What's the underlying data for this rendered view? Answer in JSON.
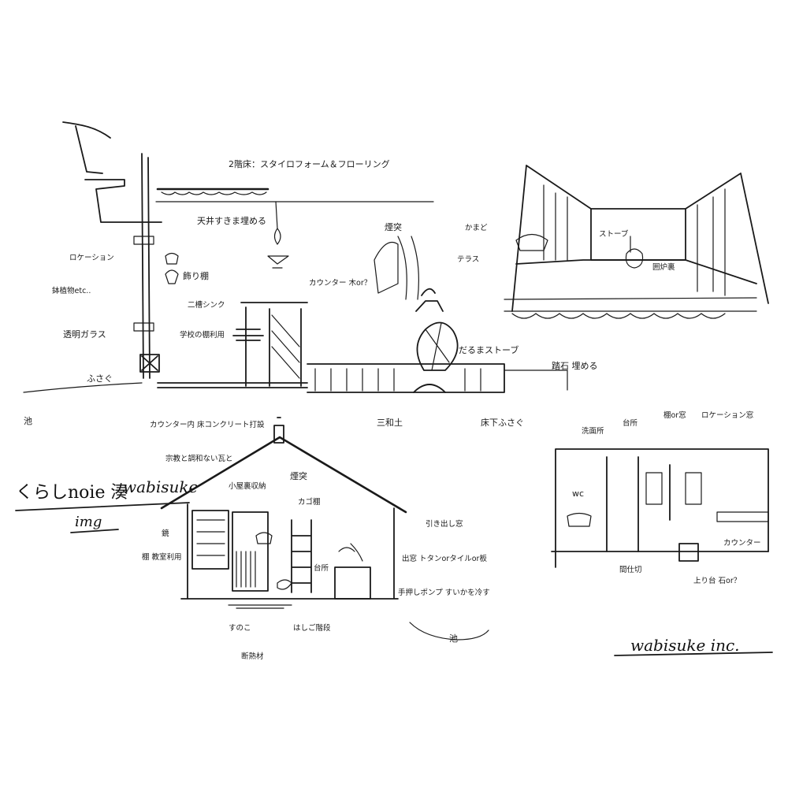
{
  "brand": {
    "title_line": "くらしnoie 湊",
    "title_script": "wabisuke",
    "subtitle": "img",
    "signature": "wabisuke inc."
  },
  "section_view": {
    "labels": {
      "roof": "2階床：スタイロフォーム＆フローリング",
      "ceiling": "天井すきま埋める",
      "rotation": "ロケーション",
      "kite": "鉢植物etc..",
      "window": "透明ガラス",
      "seal": "ふさぐ",
      "pond": "池",
      "shelf": "飾り棚",
      "sink": "二槽シンク",
      "school_shelf": "学校の棚利用",
      "counter": "カウンター 木or？",
      "counter_inner": "カウンター内 床コンクリート打設",
      "chimney": "煙突",
      "stove": "だるまストーブ",
      "steps": "三和土",
      "floor_seal": "床下ふさぐ",
      "stepstone": "踏石 埋める"
    }
  },
  "perspective": {
    "labels": {
      "kamado": "かまど",
      "terrace": "テラス",
      "stove": "ストーブ",
      "irori": "囲炉裏"
    }
  },
  "elevation": {
    "labels": {
      "roof_cover": "宗教と調和ない瓦と",
      "chimney": "煙突",
      "small_storage": "小屋裏収納",
      "basket_shelf": "カゴ棚",
      "mirror": "鏡",
      "shelf_use": "棚 教室利用",
      "sunoko": "すのこ",
      "ladder": "はしご階段",
      "insulation": "断熱材",
      "pull_window": "引き出し窓",
      "kitchen": "台所",
      "outlet": "出窓 トタンorタイルor板",
      "pump": "手押しポンプ すいかを冷す",
      "pond": "池"
    }
  },
  "interior": {
    "labels": {
      "washbasin": "洗面所",
      "stand": "台所",
      "shelf_window": "棚or窓",
      "rotation_window": "ロケーション窓",
      "wc": "wc",
      "counter": "カウンター",
      "partition": "間仕切",
      "step": "上り台 石or？"
    }
  }
}
